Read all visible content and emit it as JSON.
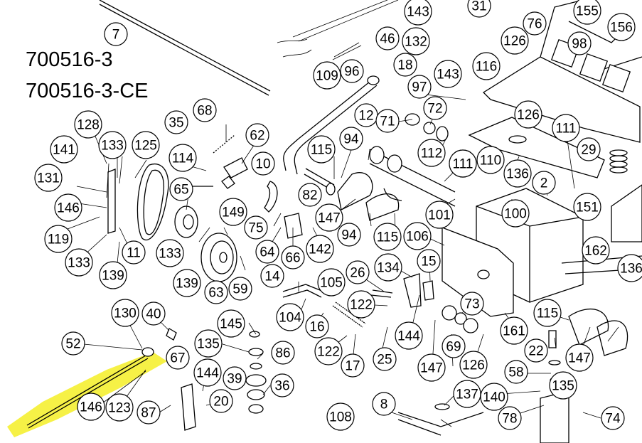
{
  "model_numbers": [
    "700516-3",
    "700516-3-CE"
  ],
  "highlight_color": "#f5f03c",
  "callouts": [
    {
      "label": "7"
    },
    {
      "label": "109"
    },
    {
      "label": "96"
    },
    {
      "label": "46"
    },
    {
      "label": "143"
    },
    {
      "label": "31"
    },
    {
      "label": "132"
    },
    {
      "label": "18"
    },
    {
      "label": "126"
    },
    {
      "label": "76"
    },
    {
      "label": "155"
    },
    {
      "label": "98"
    },
    {
      "label": "156"
    },
    {
      "label": "143"
    },
    {
      "label": "116"
    },
    {
      "label": "97"
    },
    {
      "label": "126"
    },
    {
      "label": "111"
    },
    {
      "label": "111"
    },
    {
      "label": "128"
    },
    {
      "label": "133"
    },
    {
      "label": "125"
    },
    {
      "label": "35"
    },
    {
      "label": "68"
    },
    {
      "label": "62"
    },
    {
      "label": "141"
    },
    {
      "label": "131"
    },
    {
      "label": "146"
    },
    {
      "label": "119"
    },
    {
      "label": "133"
    },
    {
      "label": "139"
    },
    {
      "label": "11"
    },
    {
      "label": "114"
    },
    {
      "label": "10"
    },
    {
      "label": "65"
    },
    {
      "label": "133"
    },
    {
      "label": "139"
    },
    {
      "label": "149"
    },
    {
      "label": "63"
    },
    {
      "label": "59"
    },
    {
      "label": "75"
    },
    {
      "label": "64"
    },
    {
      "label": "66"
    },
    {
      "label": "142"
    },
    {
      "label": "12"
    },
    {
      "label": "71"
    },
    {
      "label": "72"
    },
    {
      "label": "115"
    },
    {
      "label": "94"
    },
    {
      "label": "112"
    },
    {
      "label": "111"
    },
    {
      "label": "110"
    },
    {
      "label": "136"
    },
    {
      "label": "29"
    },
    {
      "label": "2"
    },
    {
      "label": "82"
    },
    {
      "label": "147"
    },
    {
      "label": "94"
    },
    {
      "label": "115"
    },
    {
      "label": "101"
    },
    {
      "label": "106"
    },
    {
      "label": "100"
    },
    {
      "label": "151"
    },
    {
      "label": "162"
    },
    {
      "label": "136"
    },
    {
      "label": "14"
    },
    {
      "label": "105"
    },
    {
      "label": "26"
    },
    {
      "label": "134"
    },
    {
      "label": "15"
    },
    {
      "label": "104"
    },
    {
      "label": "16"
    },
    {
      "label": "122"
    },
    {
      "label": "73"
    },
    {
      "label": "115"
    },
    {
      "label": "144"
    },
    {
      "label": "69"
    },
    {
      "label": "161"
    },
    {
      "label": "122"
    },
    {
      "label": "25"
    },
    {
      "label": "17"
    },
    {
      "label": "147"
    },
    {
      "label": "126"
    },
    {
      "label": "22"
    },
    {
      "label": "147"
    },
    {
      "label": "130"
    },
    {
      "label": "40"
    },
    {
      "label": "52"
    },
    {
      "label": "67"
    },
    {
      "label": "145"
    },
    {
      "label": "135"
    },
    {
      "label": "86"
    },
    {
      "label": "144"
    },
    {
      "label": "39"
    },
    {
      "label": "36"
    },
    {
      "label": "146"
    },
    {
      "label": "123"
    },
    {
      "label": "87"
    },
    {
      "label": "20"
    },
    {
      "label": "108"
    },
    {
      "label": "8"
    },
    {
      "label": "137"
    },
    {
      "label": "140"
    },
    {
      "label": "78"
    },
    {
      "label": "58"
    },
    {
      "label": "135"
    },
    {
      "label": "74"
    },
    {
      "label": "151"
    }
  ]
}
